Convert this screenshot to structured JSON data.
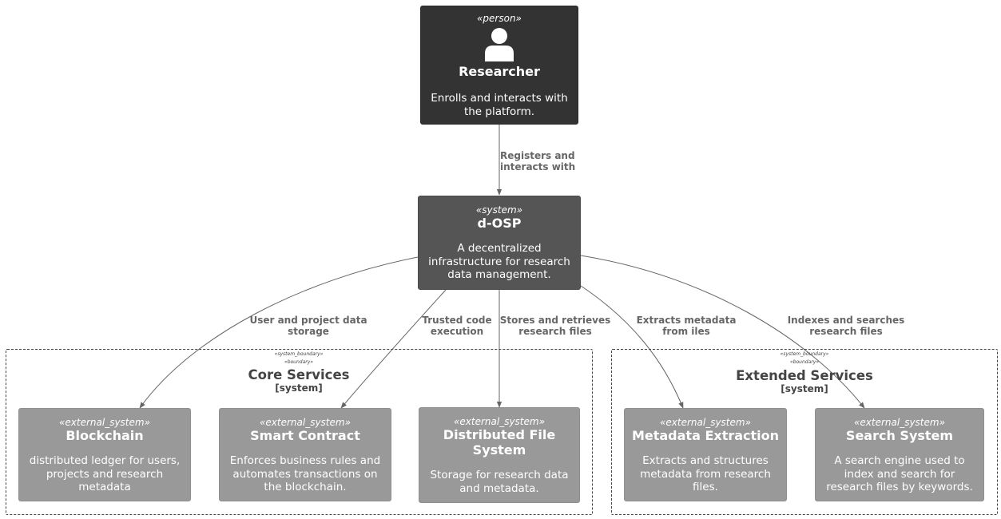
{
  "nodes": {
    "researcher": {
      "stereotype": "«person»",
      "icon": "person-icon",
      "title": "Researcher",
      "desc": [
        "Enrolls and interacts with",
        "the platform."
      ]
    },
    "dosp": {
      "stereotype": "«system»",
      "title": "d-OSP",
      "desc": [
        "A decentralized",
        "infrastructure for research",
        "data management."
      ]
    },
    "blockchain": {
      "stereotype": "«external_system»",
      "title": [
        "Blockchain"
      ],
      "desc": [
        "distributed ledger for users,",
        "projects and research",
        "metadata"
      ]
    },
    "smart_contract": {
      "stereotype": "«external_system»",
      "title": [
        "Smart Contract"
      ],
      "desc": [
        "Enforces business rules and",
        "automates transactions on",
        "the blockchain."
      ]
    },
    "dfs": {
      "stereotype": "«external_system»",
      "title": [
        "Distributed File",
        "System"
      ],
      "desc": [
        "Storage for research data",
        "and metadata."
      ]
    },
    "metadata": {
      "stereotype": "«external_system»",
      "title": [
        "Metadata Extraction"
      ],
      "desc": [
        "Extracts and structures",
        "metadata from research",
        "files."
      ]
    },
    "search": {
      "stereotype": "«external_system»",
      "title": [
        "Search System"
      ],
      "desc": [
        "A search engine used to",
        "index and search for",
        "research files by keywords."
      ]
    }
  },
  "boundaries": {
    "core": {
      "stereotype1": "«system_boundary»",
      "stereotype2": "«boundary»",
      "title": "Core Services",
      "type": "[system]"
    },
    "extended": {
      "stereotype1": "«system_boundary»",
      "stereotype2": "«boundary»",
      "title": "Extended Services",
      "type": "[system]"
    }
  },
  "edges": {
    "registers": [
      "Registers and",
      "interacts with"
    ],
    "user_project": [
      "User and project data",
      "storage"
    ],
    "trusted_code": [
      "Trusted code",
      "execution"
    ],
    "stores": [
      "Stores and retrieves",
      "research files"
    ],
    "extracts": [
      "Extracts metadata",
      "from iles"
    ],
    "indexes": [
      "Indexes and searches",
      "research files"
    ]
  },
  "colors": {
    "person": "#333333",
    "system": "#555555",
    "external_system": "#999999",
    "edge": "#666666"
  }
}
